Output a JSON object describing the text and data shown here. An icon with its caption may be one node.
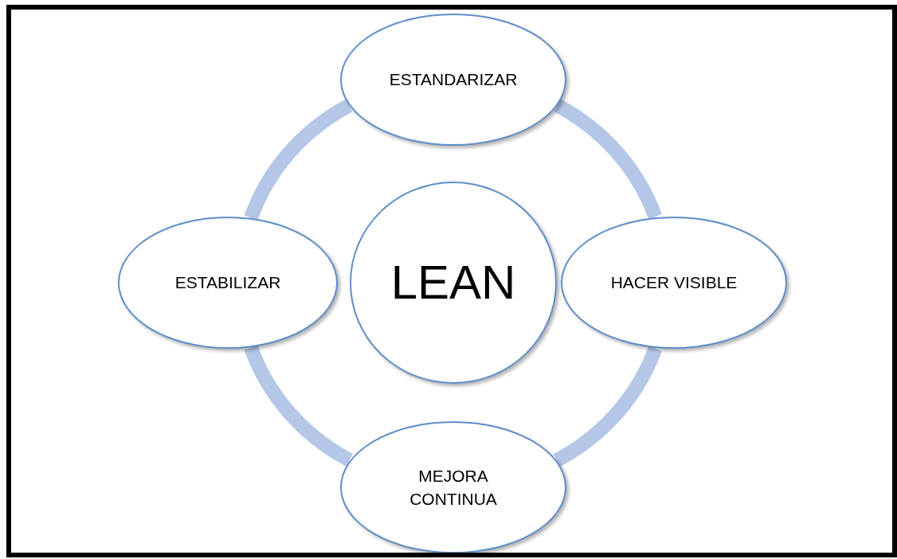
{
  "diagram": {
    "nodes": [
      {
        "text": [
          "ESTANDARIZAR"
        ]
      },
      {
        "text": [
          "ESTABILIZAR"
        ]
      },
      {
        "text": [
          "LEAN"
        ]
      },
      {
        "text": [
          "HACER VISIBLE"
        ]
      },
      {
        "text": [
          "MEJORA CONTINUA"
        ]
      }
    ],
    "edges": [
      {
        "from": 0,
        "to": 3,
        "arrow": "none"
      },
      {
        "from": 3,
        "to": 4,
        "arrow": "none"
      },
      {
        "from": 4,
        "to": 1,
        "arrow": "none"
      },
      {
        "from": 1,
        "to": 0,
        "arrow": "none"
      }
    ]
  }
}
